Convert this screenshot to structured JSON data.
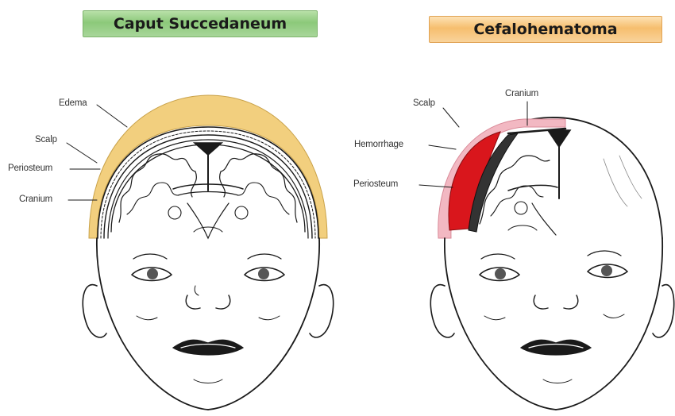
{
  "left_panel": {
    "title": "Caput Succedaneum",
    "title_color": "#8cc97a",
    "labels": {
      "edema": "Edema",
      "scalp": "Scalp",
      "periosteum": "Periosteum",
      "cranium": "Cranium"
    },
    "edema_color": "#f2cf7e"
  },
  "right_panel": {
    "title": "Cefalohematoma",
    "title_color": "#f6be6e",
    "labels": {
      "scalp": "Scalp",
      "cranium": "Cranium",
      "hemorrhage": "Hemorrhage",
      "periosteum": "Periosteum"
    },
    "hemorrhage_color": "#d9161c",
    "scalp_color": "#f2b8c2"
  }
}
